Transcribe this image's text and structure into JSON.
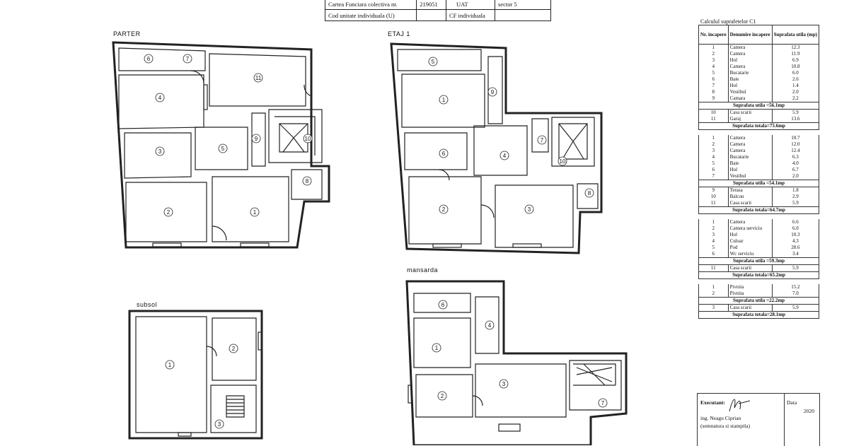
{
  "header": {
    "carte_funciara_label": "Cartea Funciara colectiva nr.",
    "carte_funciara_value": "219051",
    "uat_label": "UAT",
    "uat_value": "sector 5",
    "cod_unitate_label": "Cod unitate individuala (U)",
    "cf_individuala_label": "CF individuala"
  },
  "plans": {
    "parter": {
      "title": "PARTER",
      "rooms": [
        "1",
        "2",
        "3",
        "4",
        "5",
        "6",
        "7",
        "8",
        "9",
        "10",
        "11"
      ]
    },
    "etaj1": {
      "title": "ETAJ 1",
      "rooms": [
        "1",
        "2",
        "3",
        "4",
        "5",
        "6",
        "7",
        "8",
        "9",
        "10"
      ]
    },
    "subsol": {
      "title": "subsol",
      "rooms": [
        "1",
        "2",
        "3"
      ]
    },
    "mansarda": {
      "title": "mansarda",
      "rooms": [
        "1",
        "2",
        "3",
        "4",
        "6",
        "7"
      ]
    }
  },
  "calc": {
    "title": "Calculul suprafetelor C1",
    "headers": {
      "nr": "Nr. incapere",
      "denumire": "Denumire incapere",
      "suprafata": "Suprafata utila (mp)"
    },
    "groups": [
      {
        "rows": [
          {
            "nr": "1",
            "den": "Camera",
            "sup": "12.3"
          },
          {
            "nr": "2",
            "den": "Camera",
            "sup": "11.9"
          },
          {
            "nr": "3",
            "den": "Hol",
            "sup": "6.9"
          },
          {
            "nr": "4",
            "den": "Camera",
            "sup": "10.8"
          },
          {
            "nr": "5",
            "den": "Bucatarie",
            "sup": "6.0"
          },
          {
            "nr": "6",
            "den": "Baie",
            "sup": "2.6"
          },
          {
            "nr": "7",
            "den": "Hol",
            "sup": "1.4"
          },
          {
            "nr": "8",
            "den": "Vestibul",
            "sup": "2.0"
          },
          {
            "nr": "9",
            "den": "Camara",
            "sup": "2.2"
          }
        ],
        "util": "Suprafata utila =56.1mp",
        "extra": [
          {
            "nr": "10",
            "den": "Casa scarii",
            "sup": "5.9"
          },
          {
            "nr": "11",
            "den": "Garaj",
            "sup": "13.6"
          }
        ],
        "total": "Suprafata totala=75.6mp"
      },
      {
        "rows": [
          {
            "nr": "1",
            "den": "Camera",
            "sup": "10.7"
          },
          {
            "nr": "2",
            "den": "Camera",
            "sup": "12.0"
          },
          {
            "nr": "3",
            "den": "Camera",
            "sup": "12.4"
          },
          {
            "nr": "4",
            "den": "Bucatarie",
            "sup": "6.3"
          },
          {
            "nr": "5",
            "den": "Baie",
            "sup": "4.0"
          },
          {
            "nr": "6",
            "den": "Hol",
            "sup": "6.7"
          },
          {
            "nr": "7",
            "den": "Vestibul",
            "sup": "2.0"
          }
        ],
        "util": "Suprafata utila =54.1mp",
        "extra": [
          {
            "nr": "9",
            "den": "Terasa",
            "sup": "1.8"
          },
          {
            "nr": "10",
            "den": "Balcon",
            "sup": "2.9"
          },
          {
            "nr": "11",
            "den": "Casa scarii",
            "sup": "5.9"
          }
        ],
        "total": "Suprafata totala=64.7mp"
      },
      {
        "rows": [
          {
            "nr": "1",
            "den": "Camera",
            "sup": "6.6"
          },
          {
            "nr": "2",
            "den": "Camera serviciu",
            "sup": "6.0"
          },
          {
            "nr": "3",
            "den": "Hol",
            "sup": "10.3"
          },
          {
            "nr": "4",
            "den": "Culoar",
            "sup": "4.3"
          },
          {
            "nr": "5",
            "den": "Pod",
            "sup": "28.6"
          },
          {
            "nr": "6",
            "den": "Wc serviciu",
            "sup": "3.4"
          }
        ],
        "util": "Suprafata utila =59.3mp",
        "extra": [
          {
            "nr": "11",
            "den": "Casa scarii",
            "sup": "5.9"
          }
        ],
        "total": "Suprafata totala=65.2mp"
      },
      {
        "rows": [
          {
            "nr": "1",
            "den": "Pivnita",
            "sup": "15.2"
          },
          {
            "nr": "2",
            "den": "Pivnita",
            "sup": "7.0"
          }
        ],
        "util": "Suprafata utila =22.2mp",
        "extra": [
          {
            "nr": "3",
            "den": "Casa scarii",
            "sup": "5.9"
          }
        ],
        "total": "Suprafata totala=28.1mp"
      }
    ]
  },
  "signature": {
    "executant_label": "Executant:",
    "data_label": "Data",
    "year": "2020",
    "engineer": "ing. Neagu Ciprian",
    "note": "(semnatura si stampila)"
  }
}
